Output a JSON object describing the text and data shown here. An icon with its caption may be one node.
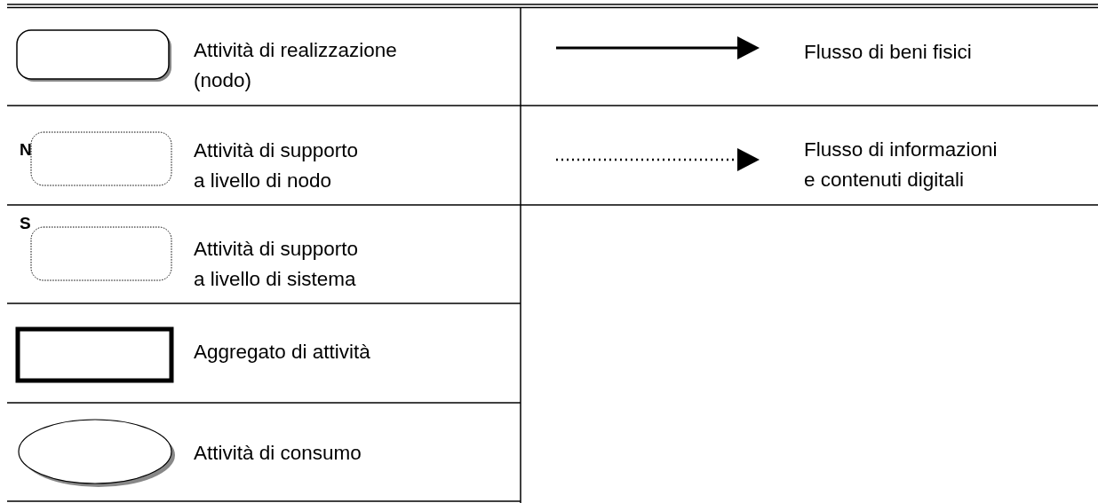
{
  "diagram": {
    "legend": [
      {
        "text": "Attività di realizzazione (nodo)"
      },
      {
        "text": "Attività di supporto a livello di nodo"
      },
      {
        "text": "Attività di supporto a livello di sistema"
      },
      {
        "text": "Aggregato di attività"
      },
      {
        "text": "Attività di consumo"
      },
      {
        "text": "Flusso di beni fisici"
      },
      {
        "text": "Flusso di informazioni e contenuti digitali"
      }
    ],
    "labels": [
      "N",
      "S"
    ]
  }
}
